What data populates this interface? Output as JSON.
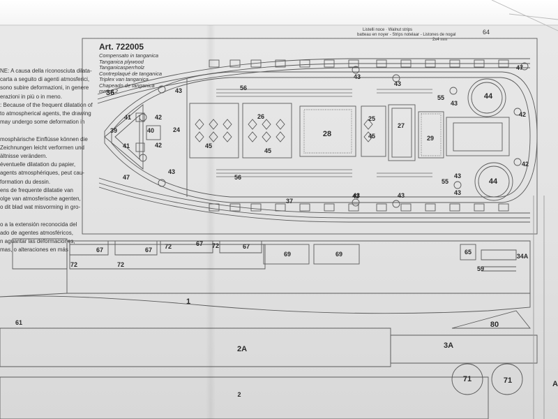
{
  "header": {
    "article_title": "Art. 722005",
    "plywood_lines": [
      "Compensato in tanganica",
      "Tanganica plywood",
      "Tanganicasperrholz",
      "Contreplaqué de tanganica",
      "Triplex van tanganica",
      "Chapeado de tanganica",
      "mm. 1,2"
    ],
    "strips_line_1": "Listelli noce · Walnut strips",
    "strips_line_2": "batteau en noyer - Strips notelaar - Listones de nogal",
    "strips_size": "2x4 mm",
    "corner_part": "64"
  },
  "side_text": [
    "NE: A causa della riconosciuta dilata-",
    "carta a seguito di agenti atmosferici,",
    "sono subire deformazioni, in genere",
    "erazioni in più o in meno.",
    ": Because of the frequent dilatation of",
    "to atmospherical agents, the drawing",
    "may undergo some deformation in",
    "",
    "mosphärische Einflüsse können die",
    "Zeichnungen leicht verformen und",
    "ältnisse verändern.",
    "éventuelle dilatation du papier,",
    "agents atmosphériques, peut cau-",
    "formation du dessin.",
    "ens de frequente dilatatie van",
    "olge van atmosferische agenten,",
    "o dit blad wat misvorming in gro-",
    "",
    "o a la extensión reconocida del",
    "ado de agentes atmosféricos,",
    "n aguantar las deformaciones,",
    "mas, o alteraciones en más"
  ],
  "parts": {
    "p36": "36",
    "p41a": "41",
    "p42a": "42",
    "p39": "39",
    "p40": "40",
    "p24": "24",
    "p41b": "41",
    "p42b": "42",
    "p43a": "43",
    "p56a": "56",
    "p26": "26",
    "p45a": "45",
    "p45b": "45",
    "p28": "28",
    "p25": "25",
    "p45c": "45",
    "p27": "27",
    "p29": "29",
    "p55a": "55",
    "p43b": "43",
    "p44a": "44",
    "p42c": "42",
    "p47a": "47",
    "p43c": "43",
    "p43d": "43",
    "p43e": "43",
    "p56b": "56",
    "p43f": "43",
    "p47b": "47",
    "p37": "37",
    "p43g": "43",
    "p43h": "43",
    "p55b": "55",
    "p43i": "43",
    "p44b": "44",
    "p42d": "42",
    "p43j": "43",
    "p67a": "67",
    "p67b": "67",
    "p72a": "72",
    "p67c": "67",
    "p72b": "72",
    "p67d": "67",
    "p72c": "72",
    "p72d": "72",
    "p69a": "69",
    "p69b": "69",
    "p65": "65",
    "p34a": "34A",
    "p59": "59",
    "p1": "1",
    "p61": "61",
    "p80": "80",
    "p2a": "2A",
    "p3a": "3A",
    "p71a": "71",
    "p71b": "71",
    "p2": "2",
    "pA": "A"
  }
}
